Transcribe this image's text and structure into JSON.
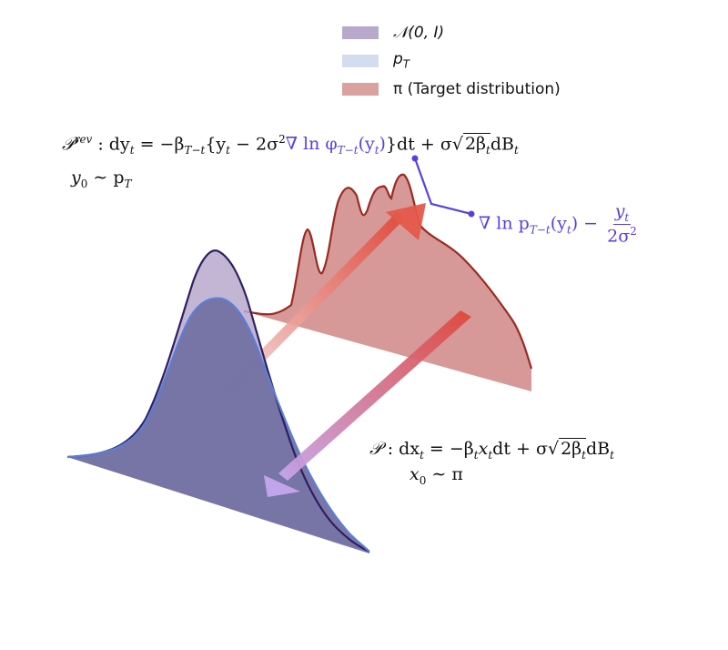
{
  "legend": {
    "items": [
      {
        "label": "𝒩(0, I)",
        "color": "#b8a8cc"
      },
      {
        "label": "p_T",
        "color": "#d4dcef"
      },
      {
        "label": "π (Target distribution)",
        "color": "#d9a19f"
      }
    ]
  },
  "equations": {
    "reverse_lhs": "𝒫",
    "reverse_sup": "rev",
    "reverse_body_1": " : dy",
    "reverse_body_2": " = −β",
    "reverse_sub_T": "T−t",
    "reverse_body_3": "{y",
    "reverse_body_4": " − 2σ",
    "reverse_sq": "2",
    "reverse_score": "∇ ln φ",
    "reverse_score_sub": "T−t",
    "reverse_score_arg": "(y",
    "reverse_score_arg_end": ")",
    "reverse_body_5": "}dt + σ",
    "reverse_sqrt": "2β",
    "reverse_body_6": "dB",
    "t": "t",
    "reverse_init": "y",
    "reverse_init_sub": "0",
    "reverse_init_rhs": " ∼ p",
    "reverse_init_rhs_sub": "T",
    "callout_main": "∇ ln p",
    "callout_sub": "T−t",
    "callout_arg": "(y",
    "callout_arg_end": ") −",
    "callout_num": "y",
    "callout_den": "2σ",
    "forward_lhs": "𝒫",
    "forward_body_1": " : dx",
    "forward_body_2": " = −β",
    "forward_body_3": "x",
    "forward_body_4": "dt + σ",
    "forward_sqrt": "2β",
    "forward_body_5": "dB",
    "forward_init": "x",
    "forward_init_sub": "0",
    "forward_init_rhs": " ∼ π"
  },
  "colors": {
    "prior_fill": "#6e6a9f",
    "prior_top": "#b8a8cc",
    "prior_line": "#2f1f5f",
    "pt_line": "#5b7fd6",
    "target_fill": "#cf8785",
    "target_line": "#9a2a22",
    "arrow_red": "#e0473a",
    "arrow_purple": "#c6a6ee",
    "callout": "#5a3fe0"
  }
}
